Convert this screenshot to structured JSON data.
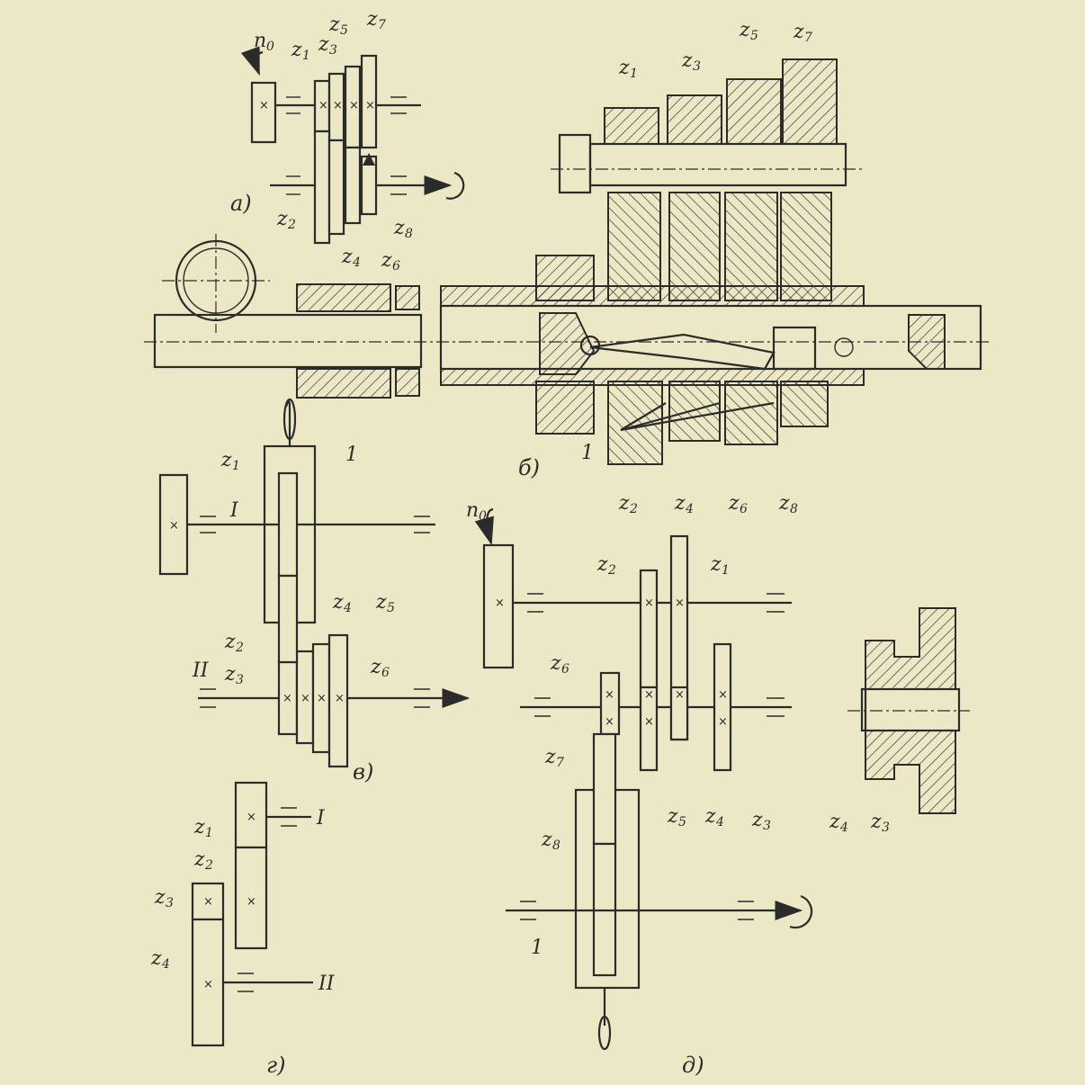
{
  "labels": {
    "n0": "n",
    "n0_sub": "0",
    "z1": "z",
    "z1_sub": "1",
    "z2": "z",
    "z2_sub": "2",
    "z3": "z",
    "z3_sub": "3",
    "z4": "z",
    "z4_sub": "4",
    "z5": "z",
    "z5_sub": "5",
    "z6": "z",
    "z6_sub": "6",
    "z7": "z",
    "z7_sub": "7",
    "z8": "z",
    "z8_sub": "8",
    "part1": "1",
    "shaft_I": "I",
    "shaft_II": "II"
  },
  "captions": {
    "a": "а)",
    "b": "б)",
    "v": "в)",
    "g": "г)",
    "d": "д)"
  },
  "marks": {
    "x": "×"
  }
}
